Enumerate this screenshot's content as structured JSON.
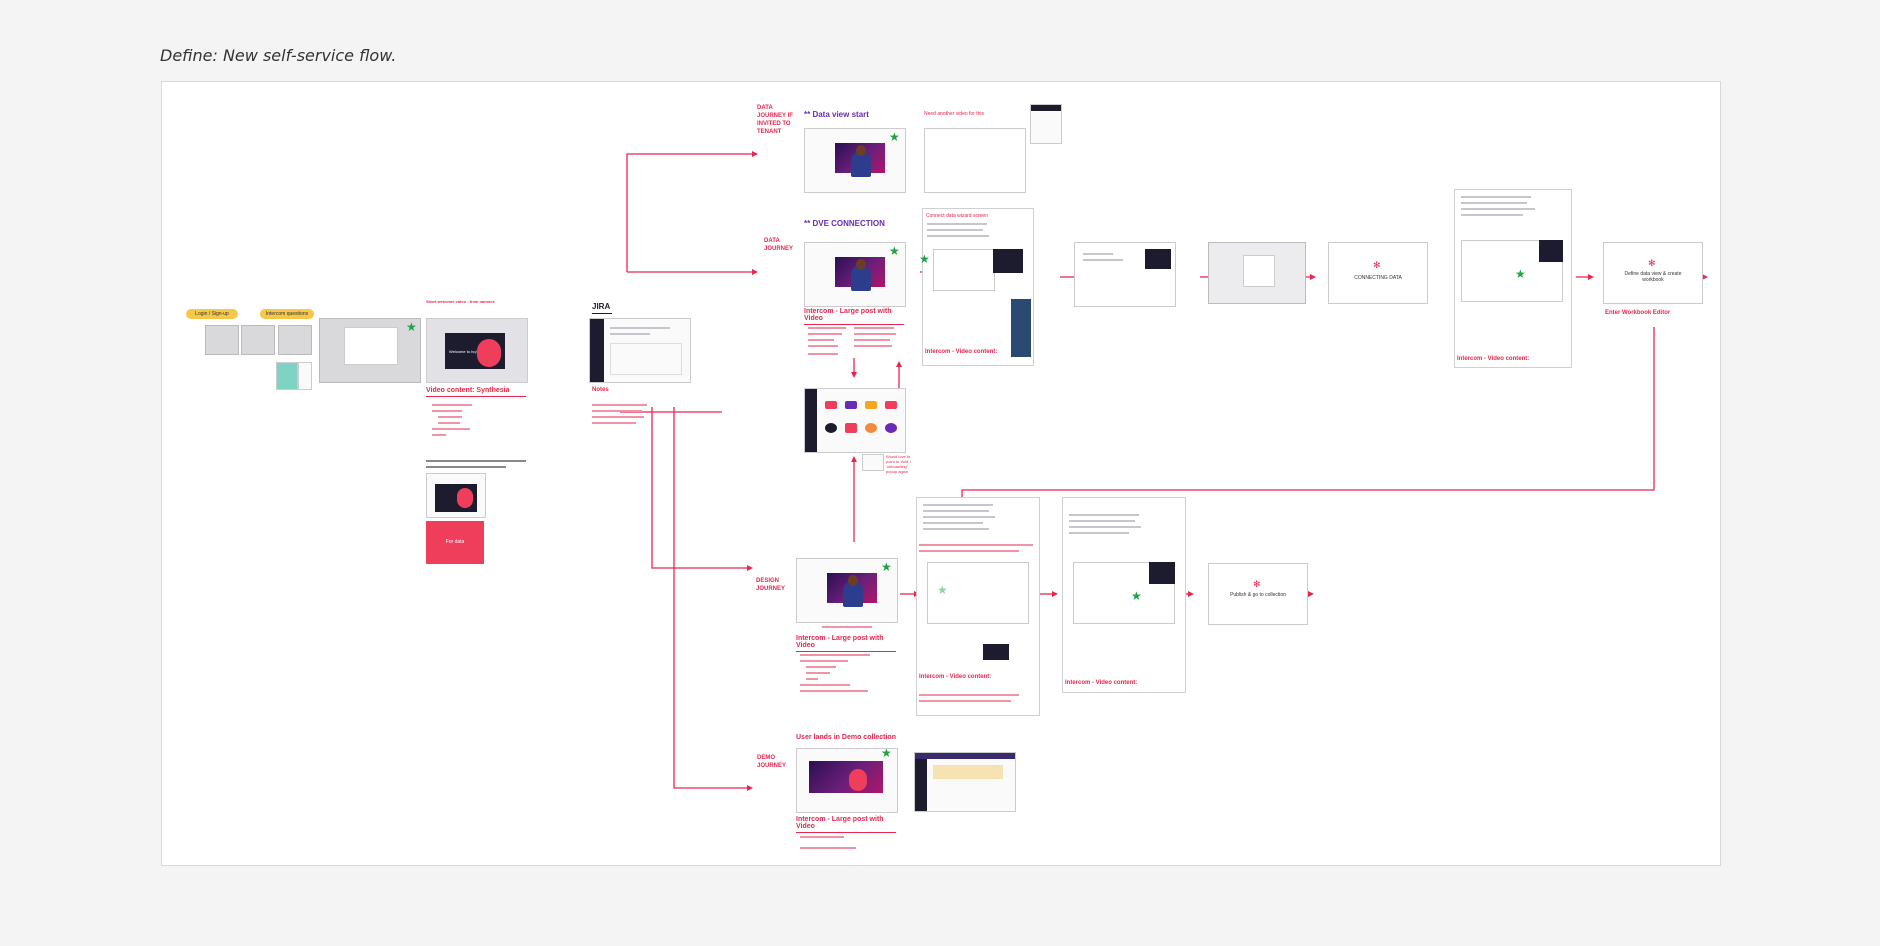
{
  "page_title": "Define: New self-service flow.",
  "pills": {
    "login": "Login / Sign-up",
    "intercom_questions": "Intercom questions"
  },
  "synthesia": {
    "heading": "Video content: Synthesia",
    "note_top": "Short welcome video - from nannies",
    "card_title": "Welcome to hq!",
    "pink_card": "For data"
  },
  "jira": {
    "title": "JIRA",
    "notes": "Notes"
  },
  "journeys": {
    "invited": "DATA JOURNEY IF INVITED TO TENANT",
    "data": "DATA JOURNEY",
    "design": "DESIGN JOURNEY",
    "demo": "DEMO JOURNEY"
  },
  "sections": {
    "data_view_start": "** Data view start",
    "dve_connection": "** DVE CONNECTION",
    "demo_collection": "User lands in Demo collection"
  },
  "intercom": {
    "large_post": "Intercom -  Large post with Video",
    "video_content": "Intercom -  Video content:"
  },
  "notes": {
    "need_another_video": "Need another video for this",
    "connect_data": "Connect data wizard screen",
    "build_here": "Would love to point to 'Add' / 'onboarding' popup again"
  },
  "flow_steps": {
    "connecting": "CONNECTING DATA",
    "define_data_view": "Define data view & create workbook",
    "enter_workbook": "Enter Workbook Editor",
    "publish": "Publish & go to collection"
  },
  "colors": {
    "accent": "#e8264e",
    "purple": "#6a2ab5",
    "pill": "#f5c84a",
    "star": "#22a146"
  }
}
